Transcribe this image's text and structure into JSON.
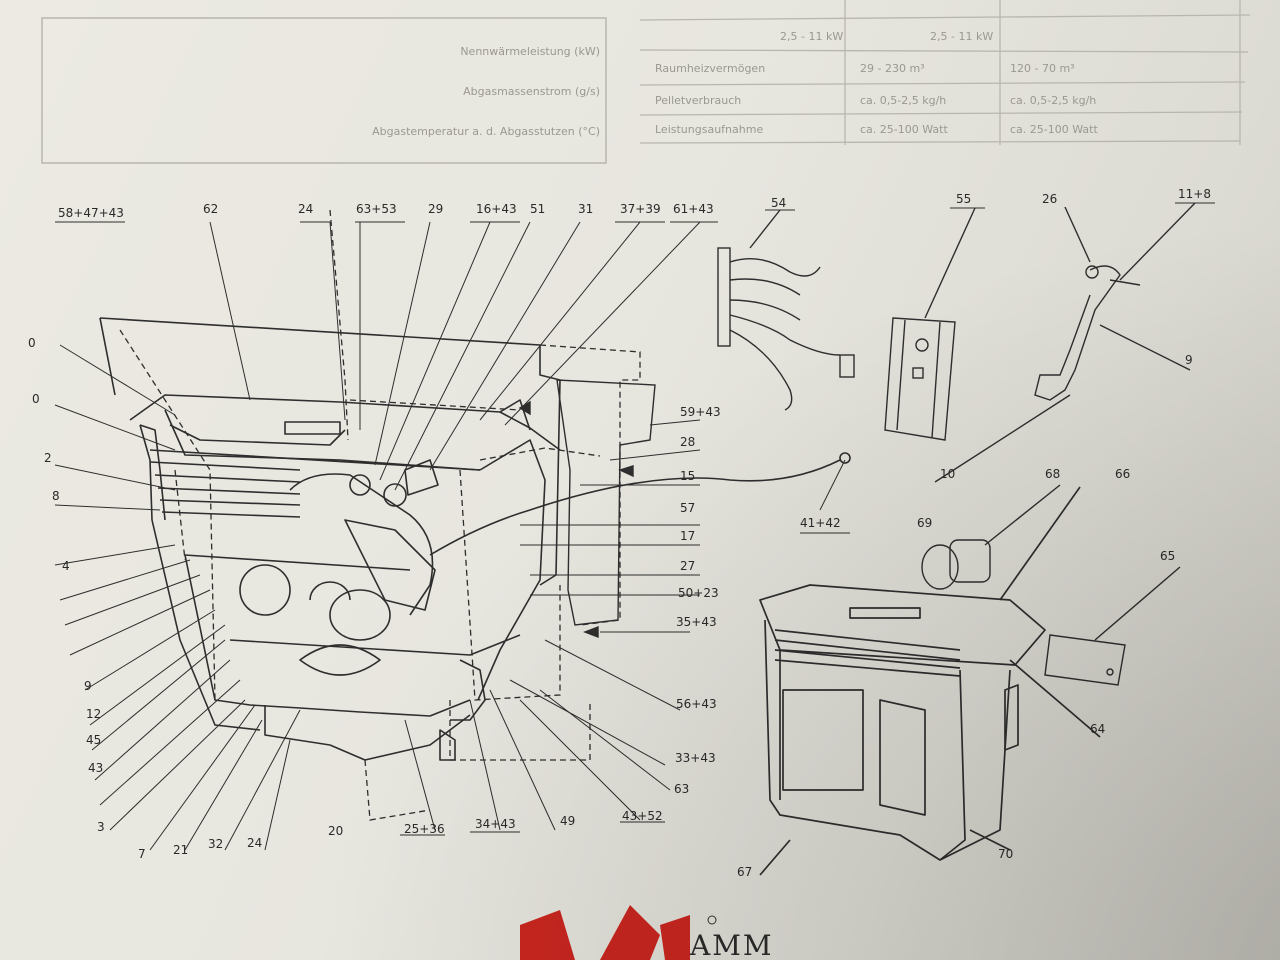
{
  "header_table_left": [
    "Nennwärmeleistung (kW)",
    "Abgasmassenstrom (g/s)",
    "Abgastemperatur a. d. Abgasstutzen (°C)"
  ],
  "header_table_right": [
    [
      "Raumheizvermögen",
      "29 - 230 m³",
      "120 - 70 m³"
    ],
    [
      "Pelletverbrauch",
      "ca. 0,5-2,5 kg/h",
      "ca. 0,5-2,5 kg/h"
    ],
    [
      "Leistungsaufnahme",
      "ca. 25-100 Watt",
      "ca. 25-100 Watt"
    ]
  ],
  "header_table_top_values": [
    "2,5 - 11 kW",
    "2,5 - 11 kW"
  ],
  "logo_text": "AMM",
  "labels": {
    "l58_47_43": "58+47+43",
    "l62": "62",
    "l24_top": "24",
    "l63_53": "63+53",
    "l29": "29",
    "l16_43": "16+43",
    "l51": "51",
    "l31": "31",
    "l37_39": "37+39",
    "l61_43": "61+43",
    "l54": "54",
    "l55": "55",
    "l26": "26",
    "l11_8": "11+8",
    "l9_right": "9",
    "l59_43": "59+43",
    "l28": "28",
    "l15": "15",
    "l57": "57",
    "l17": "17",
    "l27": "27",
    "l50_23": "50+23",
    "l35_43": "35+43",
    "l56_43": "56+43",
    "l33_43": "33+43",
    "l63": "63",
    "l43_52": "43+52",
    "l49": "49",
    "l34_43": "34+43",
    "l25_36": "25+36",
    "l20": "20",
    "l24_bottom": "24",
    "l32": "32",
    "l21": "21",
    "l7": "7",
    "l3": "3",
    "l43_left": "43",
    "l45": "45",
    "l12": "12",
    "l9_left": "9",
    "l41_42": "41+42",
    "l10": "10",
    "l68": "68",
    "l66": "66",
    "l69": "69",
    "l65": "65",
    "l64": "64",
    "l67": "67",
    "l70": "70",
    "edge_0a": "0",
    "edge_0b": "0",
    "edge_2": "2",
    "edge_8": "8",
    "edge_4": "4"
  }
}
